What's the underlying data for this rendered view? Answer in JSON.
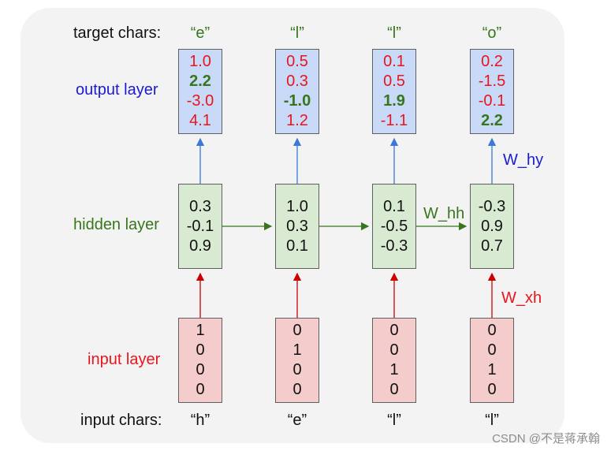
{
  "labels": {
    "target_chars": "target chars:",
    "output_layer": "output layer",
    "hidden_layer": "hidden layer",
    "input_layer": "input layer",
    "input_chars": "input chars:"
  },
  "weights": {
    "w_hy": "W_hy",
    "w_hh": "W_hh",
    "w_xh": "W_xh"
  },
  "colors": {
    "output": "#1a1ad6",
    "hidden": "#38761d",
    "input": "#e8151d",
    "neutral": "#111111"
  },
  "timesteps": [
    {
      "target": "“e”",
      "input_char": "“h”",
      "output": [
        "1.0",
        "2.2",
        "-3.0",
        "4.1"
      ],
      "output_max_index": 1,
      "hidden": [
        "0.3",
        "-0.1",
        "0.9"
      ],
      "input": [
        "1",
        "0",
        "0",
        "0"
      ]
    },
    {
      "target": "“l”",
      "input_char": "“e”",
      "output": [
        "0.5",
        "0.3",
        "-1.0",
        "1.2"
      ],
      "output_max_index": 2,
      "hidden": [
        "1.0",
        "0.3",
        "0.1"
      ],
      "input": [
        "0",
        "1",
        "0",
        "0"
      ]
    },
    {
      "target": "“l”",
      "input_char": "“l”",
      "output": [
        "0.1",
        "0.5",
        "1.9",
        "-1.1"
      ],
      "output_max_index": 2,
      "hidden": [
        "0.1",
        "-0.5",
        "-0.3"
      ],
      "input": [
        "0",
        "0",
        "1",
        "0"
      ]
    },
    {
      "target": "“o”",
      "input_char": "“l”",
      "output": [
        "0.2",
        "-1.5",
        "-0.1",
        "2.2"
      ],
      "output_max_index": 3,
      "hidden": [
        "-0.3",
        "0.9",
        "0.7"
      ],
      "input": [
        "0",
        "0",
        "1",
        "0"
      ]
    }
  ],
  "watermark": "CSDN @不是蒋承翰"
}
